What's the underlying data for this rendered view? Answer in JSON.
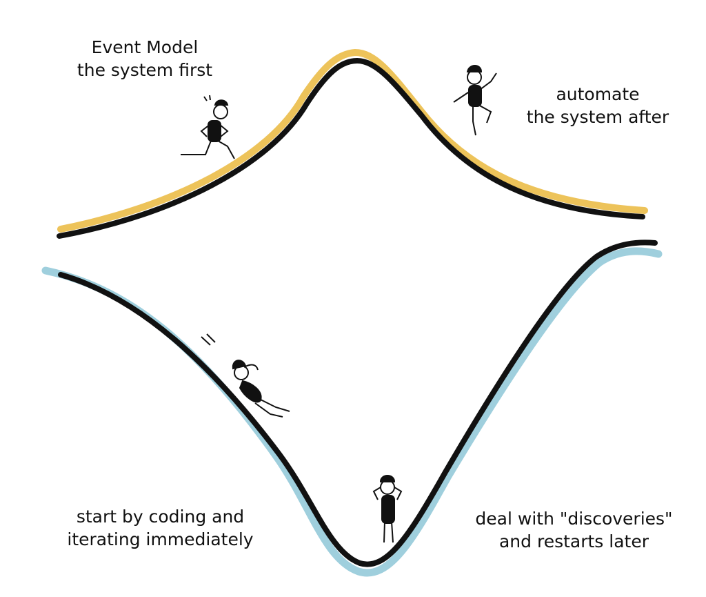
{
  "labels": {
    "top_left": {
      "line1": "Event Model",
      "line2": "the system first"
    },
    "top_right": {
      "line1": "automate",
      "line2": "the system after"
    },
    "bottom_left": {
      "line1": "start by coding and",
      "line2": "iterating immediately"
    },
    "bottom_right": {
      "line1": "deal with \"discoveries\"",
      "line2": "and restarts later"
    }
  },
  "colors": {
    "top_curve_highlight": "#EDC35A",
    "bottom_curve_highlight": "#9FCFDD",
    "curve_line": "#111111",
    "figure": "#111111"
  },
  "figures": [
    "running-figure",
    "walking-figure",
    "sliding-figure",
    "stressed-figure"
  ]
}
